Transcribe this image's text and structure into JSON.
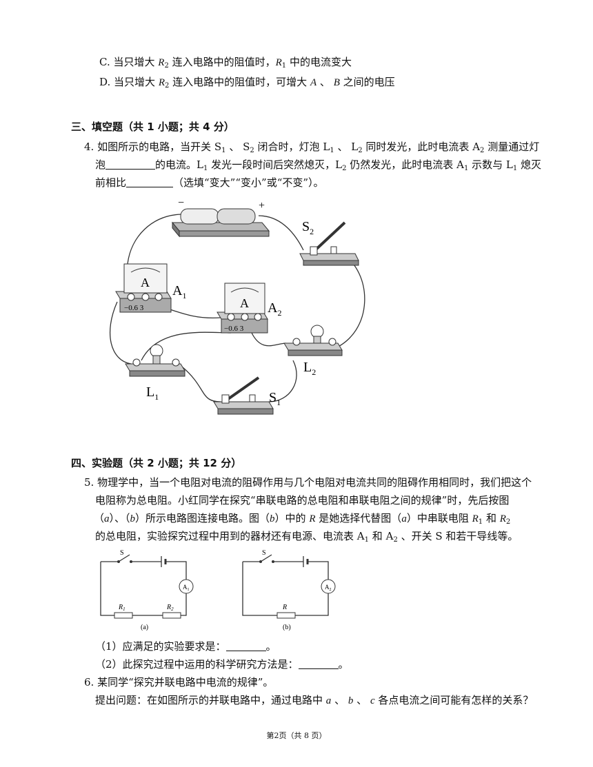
{
  "options": {
    "c_prefix": "C. 当只增大",
    "c_mid": "连入电路中的阻值时，",
    "c_suffix": "中的电流变大",
    "d_prefix": "D. 当只增大",
    "d_mid": "连入电路中的阻值时，可增大",
    "d_sep": "、",
    "d_suffix": "之间的电压"
  },
  "section3": {
    "title": "三、填空题（共 1 小题；共 4 分）"
  },
  "q4": {
    "a": "4. 如图所示的电路，当开关",
    "b": "、",
    "c": "闭合时，灯泡",
    "d": "、",
    "e": "同时发光，此时电流表",
    "f": "测量通过灯",
    "g": "泡",
    "h": "的电流。",
    "i": "发光一段时间后突然熄灭，",
    "j": "仍然发光，此时电流表",
    "k": "示数与",
    "l": "熄灭",
    "m": "前相比",
    "n": "（选填“变大”“变小”或“不变”）。"
  },
  "fig4": {
    "minus": "−",
    "plus": "+",
    "s2": "S",
    "s2_sub": "2",
    "a1": "A",
    "a1_sub": "1",
    "a2": "A",
    "a2_sub": "2",
    "meter_letter": "A",
    "scale": "−0.6 3",
    "l1": "L",
    "l1_sub": "1",
    "l2": "L",
    "l2_sub": "2",
    "s1": "S",
    "s1_sub": "1"
  },
  "section4": {
    "title": "四、实验题（共 2 小题；共 12 分）"
  },
  "q5": {
    "l1": "5. 物理学中，当一个电阻对电流的阻碍作用与几个电阻对电流共同的阻碍作用相同时，我们把这个",
    "l2": "电阻称为总电阻。小红同学在探究“串联电路的总电阻和串联电阻之间的规律”时，先后按图",
    "l3a": "（",
    "l3b": "）、（",
    "l3c": "）所示电路图连接电路。图（",
    "l3d": "）中的",
    "l3e": "是她选择代替图（",
    "l3f": "）中串联电阻",
    "l3g": "和",
    "l4a": "的总电阻，实验探究过程中用到的器材还有电源、电流表",
    "l4b": "和",
    "l4c": "、开关 S 和若干导线等。",
    "sub1_a": "（1）应满足的实验要求是：",
    "sub1_b": "。",
    "sub2_a": "（2）此探究过程中运用的科学研究方法是：",
    "sub2_b": "。"
  },
  "fig5": {
    "s": "S",
    "r1": "R",
    "r1_sub": "1",
    "r2": "R",
    "r2_sub": "2",
    "r": "R",
    "m_a": "A",
    "m_a_sub": "1",
    "m_b": "A",
    "m_b_sub": "2",
    "cap_a": "(a)",
    "cap_b": "(b)"
  },
  "q6": {
    "l1": "6. 某同学“探究并联电路中电流的规律”。",
    "l2a": "提出问题：在如图所示的并联电路中，通过电路中",
    "l2b": "、",
    "l2c": "、",
    "l2d": "各点电流之间可能有怎样的关系？"
  },
  "vars": {
    "R": "R",
    "A": "A",
    "B": "B",
    "a": "a",
    "b": "b",
    "c": "c",
    "one": "1",
    "two": "2",
    "S": "S",
    "L": "L"
  },
  "footer": "第2页（共 8 页）"
}
